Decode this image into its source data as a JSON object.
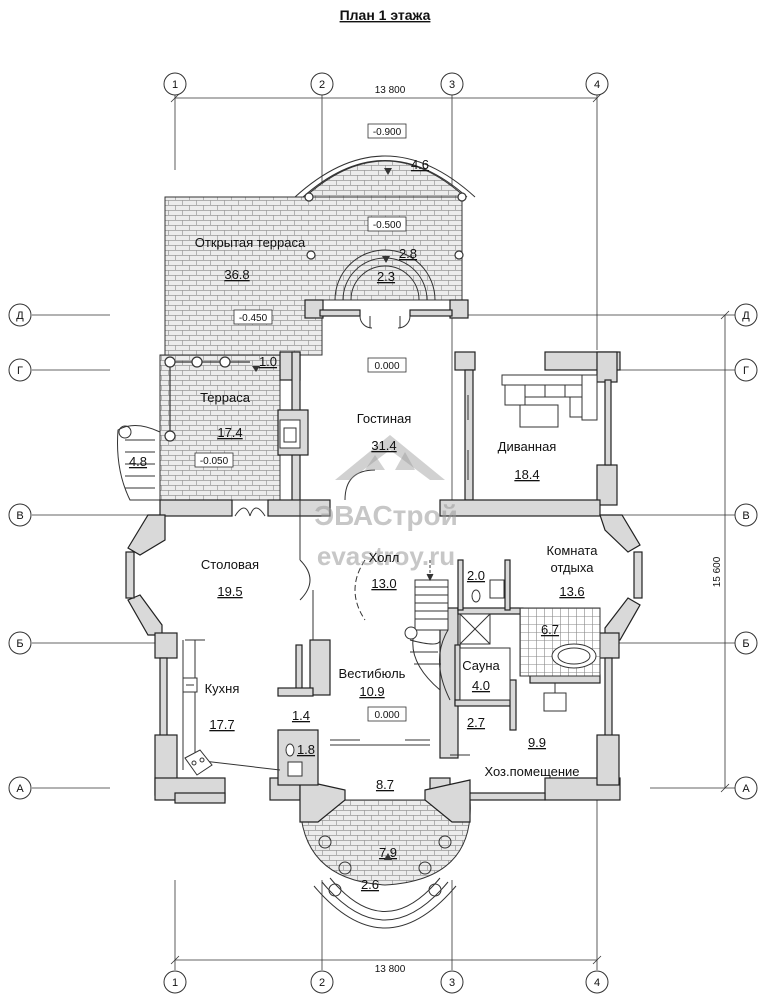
{
  "title": "План 1 этажа",
  "axes": {
    "vertical": [
      "1",
      "2",
      "3",
      "4"
    ],
    "horizontal": [
      "Д",
      "Г",
      "В",
      "Б",
      "А"
    ]
  },
  "dimensions": {
    "width_top": "13 800",
    "width_bottom": "13 800",
    "height": "15 600"
  },
  "rooms": [
    {
      "name": "Открытая терраса",
      "area": "36.8"
    },
    {
      "name": "Терраса",
      "area": "17.4"
    },
    {
      "name": "Гостиная",
      "area": "31.4"
    },
    {
      "name": "Диванная",
      "area": "18.4"
    },
    {
      "name": "Столовая",
      "area": "19.5"
    },
    {
      "name": "Холл",
      "area": "13.0"
    },
    {
      "name": "Комната отдыха",
      "area": "13.6"
    },
    {
      "name": "Вестибюль",
      "area": "10.9"
    },
    {
      "name": "Кухня",
      "area": "17.7"
    },
    {
      "name": "Сауна",
      "area": "4.0"
    },
    {
      "name": "Хоз.помещение",
      "area": "9.9"
    }
  ],
  "small_areas": [
    "4.6",
    "2.8",
    "2.3",
    "1.0",
    "4.8",
    "2.0",
    "6.7",
    "1.4",
    "1.8",
    "2.7",
    "8.7",
    "7.9",
    "2.6"
  ],
  "levels": [
    "-0.900",
    "-0.500",
    "-0.450",
    "0.000",
    "-0.050",
    "0.000"
  ],
  "watermark": {
    "brand": "ЭВАСтрой",
    "site": "evastroy.ru"
  }
}
